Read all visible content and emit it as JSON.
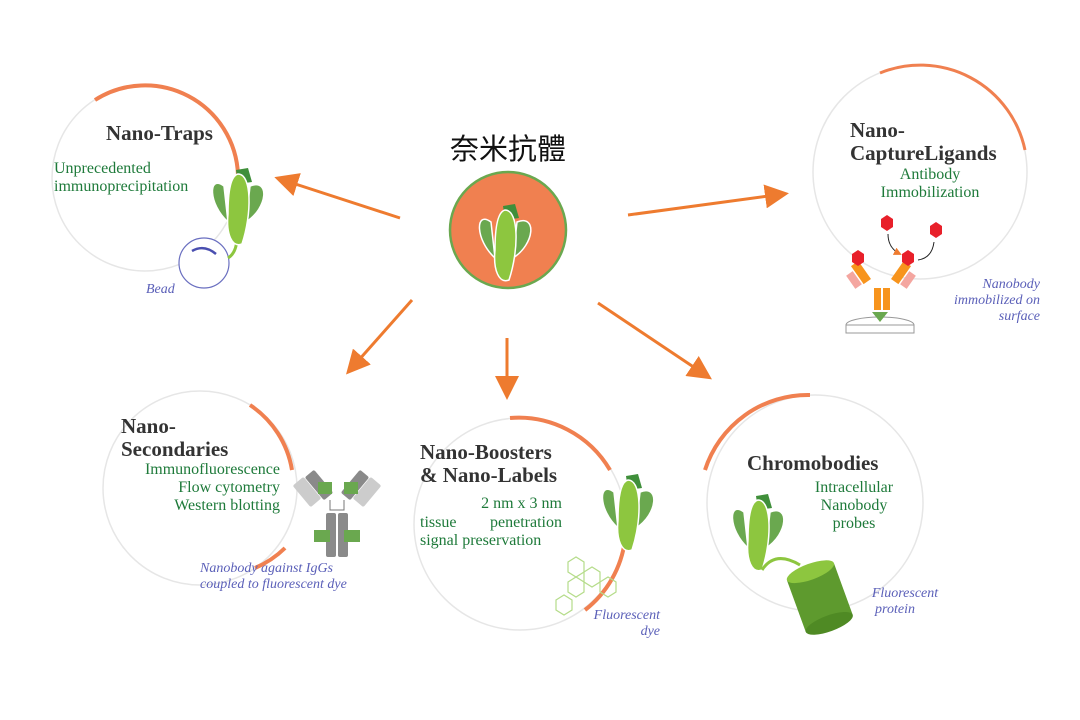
{
  "center": {
    "title": "奈米抗體"
  },
  "nodes": {
    "traps": {
      "title": "Nano-Traps",
      "desc": "Unprecedented immunoprecipitation",
      "note": "Bead"
    },
    "capture": {
      "title1": "Nano-",
      "title2": "CaptureLigands",
      "desc1": "Antibody",
      "desc2": "Immobilization",
      "note1": "Nanobody",
      "note2": "immobilized on",
      "note3": "surface"
    },
    "secondaries": {
      "title1": "Nano-",
      "title2": "Secondaries",
      "desc1": "Immunofluorescence",
      "desc2": "Flow cytometry",
      "desc3": "Western blotting",
      "note1": "Nanobody against IgGs",
      "note2": "coupled to fluorescent dye"
    },
    "boosters": {
      "title1": "Nano-Boosters",
      "title2": "& Nano-Labels",
      "desc1": "2 nm x 3 nm",
      "desc2": "tissue penetration",
      "desc3": "signal preservation",
      "note1": "Fluorescent",
      "note2": "dye"
    },
    "chromobodies": {
      "title": "Chromobodies",
      "desc1": "Intracellular",
      "desc2": "Nanobody",
      "desc3": "probes",
      "note1": "Fluorescent",
      "note2": "protein"
    }
  },
  "colors": {
    "orange": "#f08050",
    "arrow": "#ee7b2f",
    "green": "#8dc63f",
    "darkgreen": "#4f9a3a",
    "text_green": "#1e7a3a",
    "note_blue": "#5a5fb8"
  }
}
